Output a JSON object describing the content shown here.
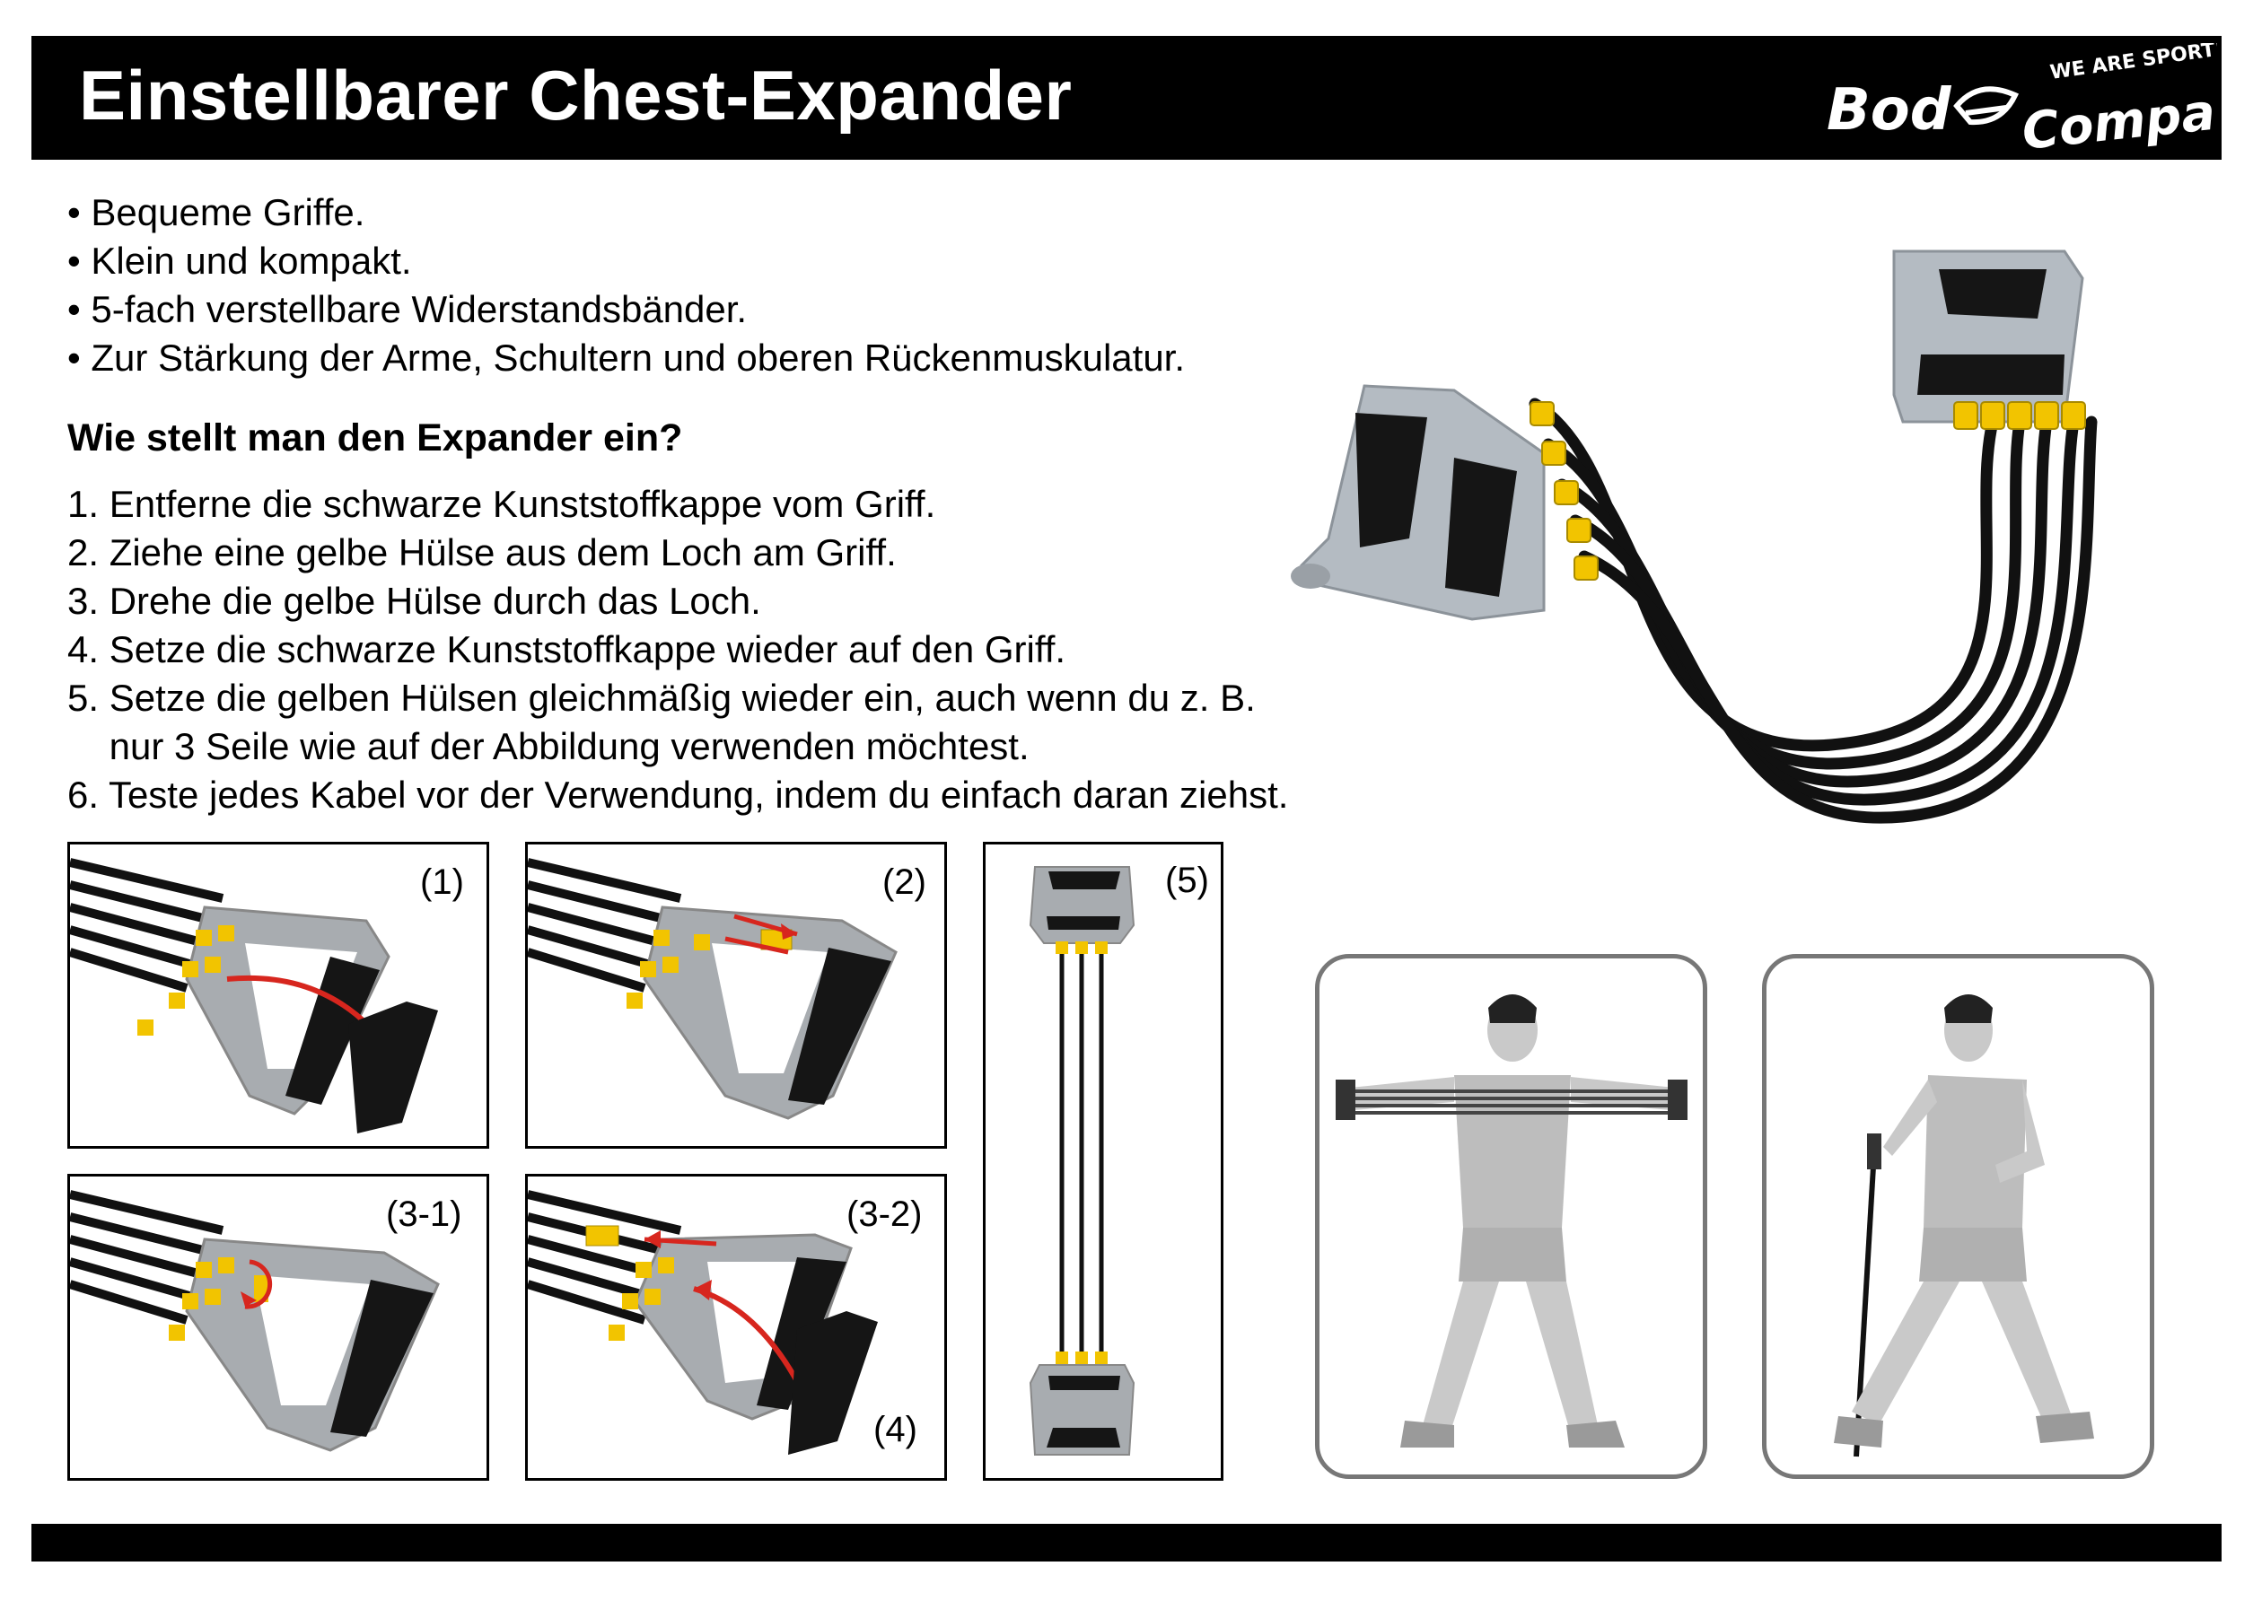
{
  "header": {
    "title": "Einstellbarer Chest-Expander",
    "brand_logo_text": "Body Company",
    "brand_tagline": "We are sport!"
  },
  "features": [
    "• Bequeme Griffe.",
    "• Klein und kompakt.",
    "• 5-fach verstellbare Widerstandsbänder.",
    "• Zur Stärkung der Arme, Schultern und oberen Rückenmuskulatur."
  ],
  "howto": {
    "title": "Wie stellt man den Expander ein?",
    "steps": [
      "1. Entferne die schwarze Kunststoffkappe vom Griff.",
      "2. Ziehe eine gelbe Hülse aus dem Loch am Griff.",
      "3. Drehe die gelbe Hülse durch das Loch.",
      "4. Setze die schwarze Kunststoffkappe wieder auf den Griff.",
      "5. Setze die gelben Hülsen gleichmäßig wieder ein, auch wenn du z. B.",
      "    nur 3 Seile wie auf der Abbildung verwenden möchtest.",
      "6. Teste jedes Kabel vor der Verwendung, indem du einfach daran ziehst."
    ]
  },
  "panels": {
    "p1": "(1)",
    "p2": "(2)",
    "p31": "(3-1)",
    "p32": "(3-2)",
    "p4": "(4)",
    "p5": "(5)"
  },
  "colors": {
    "handle_gray": "#b4bbc2",
    "band_black": "#111111",
    "sleeve_yellow": "#f2c400",
    "arrow_red": "#d7261e",
    "frame_gray": "#777777"
  }
}
